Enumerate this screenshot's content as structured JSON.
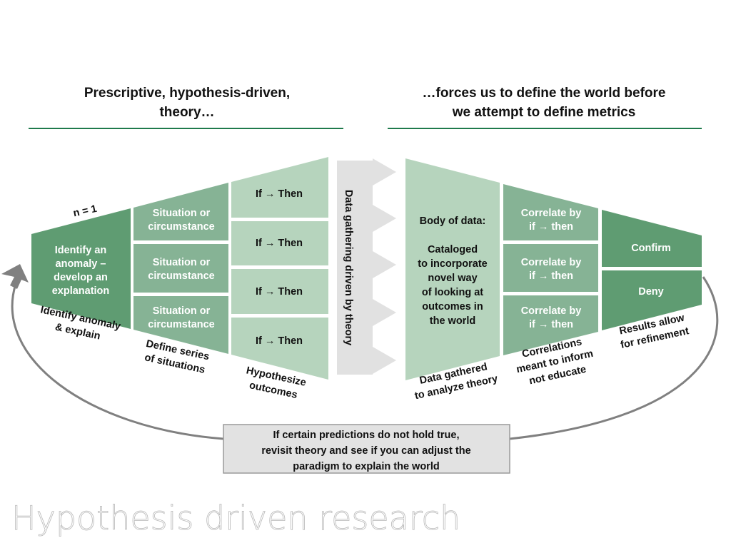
{
  "slide_title": "Hypothesis driven research",
  "left_header": [
    "Prescriptive, hypothesis-driven,",
    "theory…"
  ],
  "right_header": [
    "…forces us to define the world before",
    "we attempt to define metrics"
  ],
  "n_label": "n = 1",
  "left": {
    "anomaly_box": [
      "Identify an",
      "anomaly –",
      "develop an",
      "explanation"
    ],
    "situations": [
      [
        "Situation or",
        "circumstance"
      ],
      [
        "Situation or",
        "circumstance"
      ],
      [
        "Situation or",
        "circumstance"
      ]
    ],
    "hypotheses": [
      "If → Then",
      "If → Then",
      "If → Then",
      "If → Then"
    ],
    "captions": [
      [
        "Identify anomaly",
        "& explain"
      ],
      [
        "Define series",
        "of situations"
      ],
      [
        "Hypothesize",
        "outcomes"
      ]
    ]
  },
  "middle_arrow_label": "Data gathering driven by theory",
  "right": {
    "body_box": [
      "Body of data:",
      "",
      "Cataloged",
      "to incorporate",
      "novel way",
      "of looking at",
      "outcomes in",
      "the world"
    ],
    "correlates": [
      [
        "Correlate by",
        "if → then"
      ],
      [
        "Correlate by",
        "if → then"
      ],
      [
        "Correlate by",
        "if → then"
      ]
    ],
    "results": [
      "Confirm",
      "Deny"
    ],
    "captions": [
      [
        "Data gathered",
        "to analyze theory"
      ],
      [
        "Correlations",
        "meant to inform",
        "not educate"
      ],
      [
        "Results allow",
        "for refinement"
      ]
    ]
  },
  "feedback_box": [
    "If certain predictions do not hold true,",
    "revisit theory and see if you can adjust the",
    "paradigm  to explain the world"
  ],
  "colors": {
    "dark_green": "#5f9c72",
    "mid_green": "#86b395",
    "light_green": "#b6d4bd",
    "rule_green": "#1f7a4c",
    "arrow_gray": "#e1e1e1",
    "loop_gray": "#808080"
  }
}
